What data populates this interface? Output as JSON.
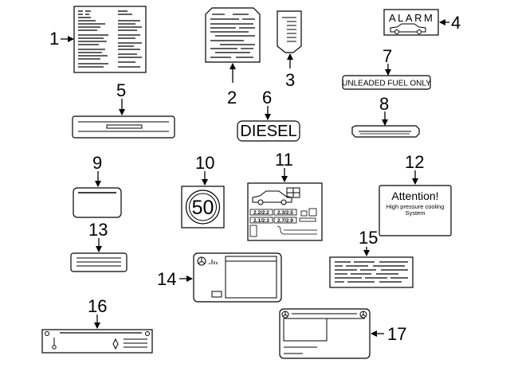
{
  "callouts": {
    "n1": "1",
    "n2": "2",
    "n3": "3",
    "n4": "4",
    "n5": "5",
    "n6": "6",
    "n7": "7",
    "n8": "8",
    "n9": "9",
    "n10": "10",
    "n11": "11",
    "n12": "12",
    "n13": "13",
    "n14": "14",
    "n15": "15",
    "n16": "16",
    "n17": "17"
  },
  "labels": {
    "alarm": "ALARM",
    "unleaded": "UNLEADED FUEL ONLY",
    "diesel": "DIESEL",
    "speed": "50",
    "attention_title": "Attention!",
    "attention_line1": "High pressure cooling",
    "attention_line2": "System",
    "tire_r1c1": "2.2/2.2",
    "tire_r1c2": "2.3/2.5",
    "tire_r2c1": "2.1/2.3",
    "tire_r2c2": "2.7/2.9"
  }
}
